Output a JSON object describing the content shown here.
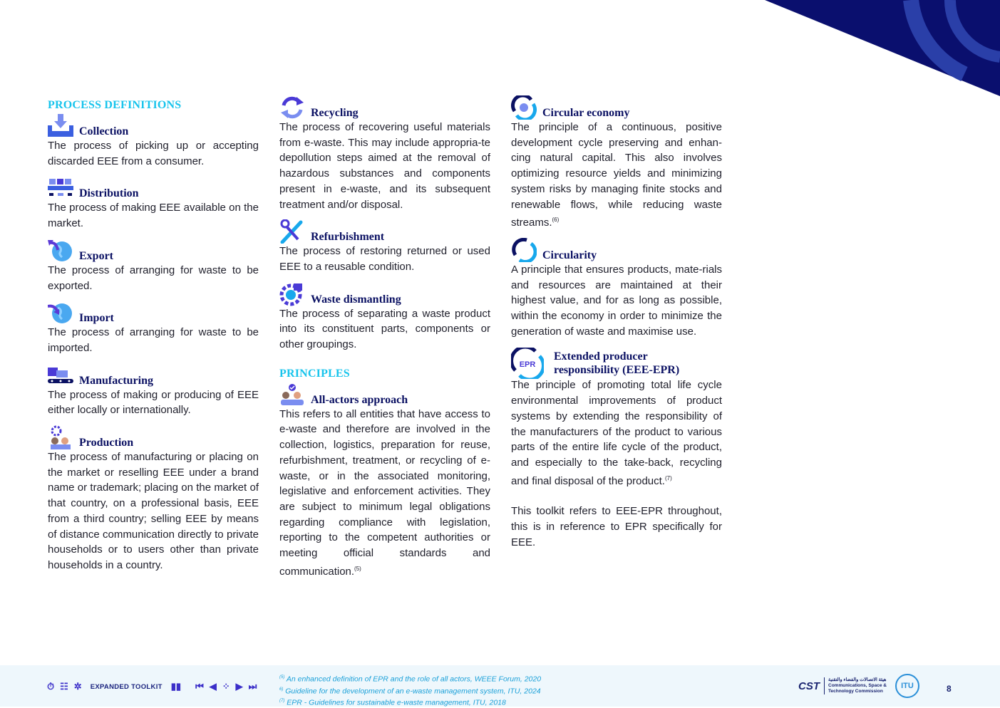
{
  "colors": {
    "navy": "#0b1163",
    "cyan": "#18c4ec",
    "violet": "#4a3ad6",
    "text": "#1f1f2b"
  },
  "process_definitions": {
    "heading": "PROCESS DEFINITIONS",
    "items": [
      {
        "icon": "collection-icon",
        "title": "Collection",
        "text": "The process of picking up or accepting discarded EEE from a consumer."
      },
      {
        "icon": "distribution-icon",
        "title": "Distribution",
        "text": "The process of making EEE available on the market."
      },
      {
        "icon": "export-globe-icon",
        "title": "Export",
        "text": "The process of arranging for waste to be exported."
      },
      {
        "icon": "import-globe-icon",
        "title": "Import",
        "text": "The process of arranging for waste to be imported."
      },
      {
        "icon": "manufacturing-icon",
        "title": "Manufacturing",
        "text": "The process of making or producing of EEE either locally or internationally."
      },
      {
        "icon": "production-icon",
        "title": "Production",
        "text": "The process of manufacturing or placing on the market or reselling EEE under a brand name or trademark; placing on the market of that country, on a professional basis, EEE from a third country; selling EEE by means of distance communication directly to private households or to users other than private households in a country."
      }
    ]
  },
  "column2": {
    "items": [
      {
        "icon": "recycling-icon",
        "title": "Recycling",
        "text": "The process of recovering useful materials from e-waste. This may include appropria-te depollution steps aimed at the removal of hazardous substances and components present in e-waste, and its subsequent treatment and/or disposal."
      },
      {
        "icon": "refurbishment-tools-icon",
        "title": "Refurbishment",
        "text": "The process of restoring returned or used EEE to a reusable condition."
      },
      {
        "icon": "dismantling-gear-icon",
        "title": "Waste dismantling",
        "text": "The process of separating a waste product into its constituent parts, components or other groupings."
      }
    ],
    "principles_heading": "PRINCIPLES",
    "principle": {
      "icon": "all-actors-icon",
      "title": "All-actors approach",
      "text": "This refers to all entities that have access to e-waste and therefore are involved in the collection, logistics, preparation for reuse, refurbishment, treatment, or recycling of e-waste, or in the associated monitoring, legislative and enforcement activities. They are subject to minimum legal obligations regarding compliance with legislation, reporting to the competent authorities or meeting official standards and communication.",
      "ref": "(5)"
    }
  },
  "column3": {
    "items": [
      {
        "icon": "circular-economy-icon",
        "title": "Circular economy",
        "text": "The principle of a continuous, positive development cycle preserving and enhan-cing natural capital. This also involves optimizing resource yields and minimizing system risks by managing finite stocks and renewable flows, while reducing waste streams.",
        "ref": "(6)"
      },
      {
        "icon": "circularity-icon",
        "title": "Circularity",
        "text": "A principle that ensures products, mate-rials and resources are maintained at their highest value, and for as long as possible, within the economy in order to minimize the generation of waste and maximise use.",
        "ref": ""
      },
      {
        "icon": "epr-icon",
        "icon_label": "EPR",
        "title_line1": "Extended producer",
        "title_line2": "responsibility (EEE-EPR)",
        "text": "The principle of promoting total life cycle environmental improvements of product systems by extending the responsibility of the manufacturers of the product to various parts of the entire life cycle of the product, and especially to the take-back, recycling and final disposal of the product.",
        "ref": "(7)"
      }
    ],
    "note": "This toolkit refers to EEE-EPR throughout, this is in reference to EPR specifically for EEE."
  },
  "footer": {
    "nav_label": "EXPANDED TOOLKIT",
    "notes": [
      {
        "num": "(5)",
        "text": "An enhanced definition of EPR and the role of all actors, WEEE Forum, 2020"
      },
      {
        "num": "6)",
        "text": "Guideline for the development of an e-waste management system, ITU, 2024"
      },
      {
        "num": "(7)",
        "text": "EPR - Guidelines for sustainable e-waste management, ITU, 2018"
      }
    ],
    "logo_cst": "CST",
    "logo_ar": "هيئة الاتصالات والفضاء والتقنية",
    "logo_en1": "Communications, Space &",
    "logo_en2": "Technology Commission",
    "logo_itu": "ITU",
    "page": "8"
  }
}
